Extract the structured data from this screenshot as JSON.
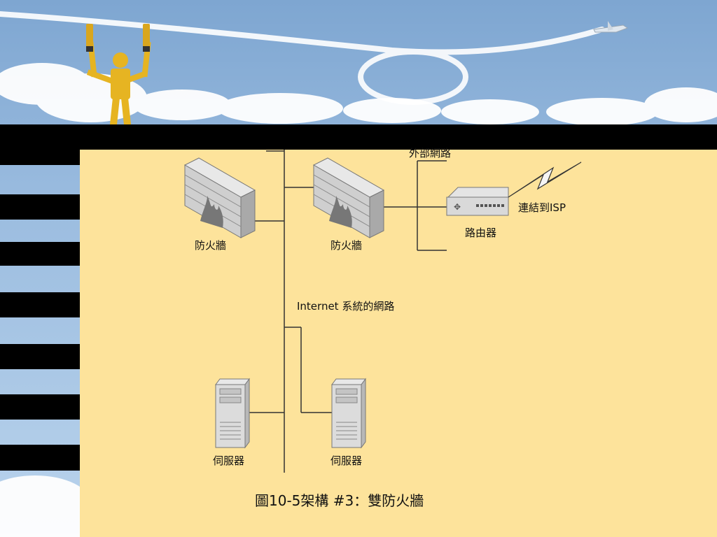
{
  "diagram": {
    "caption": "圖10-5架構 #3：雙防火牆",
    "firewall_left_label": "防火牆",
    "firewall_right_label": "防火牆",
    "external_network_label": "外部網路",
    "router_label": "路由器",
    "isp_label": "連結到ISP",
    "internal_network_label": "Internet 系統的網路",
    "server_left_label": "伺服器",
    "server_right_label": "伺服器"
  },
  "colors": {
    "panel": "#fde39b",
    "bar": "#000000",
    "figure": "#e6b422",
    "line": "#333333"
  },
  "icons": [
    "firewall-icon",
    "router-icon",
    "server-icon",
    "lightning-icon",
    "signalman-figure",
    "airplane-icon"
  ]
}
